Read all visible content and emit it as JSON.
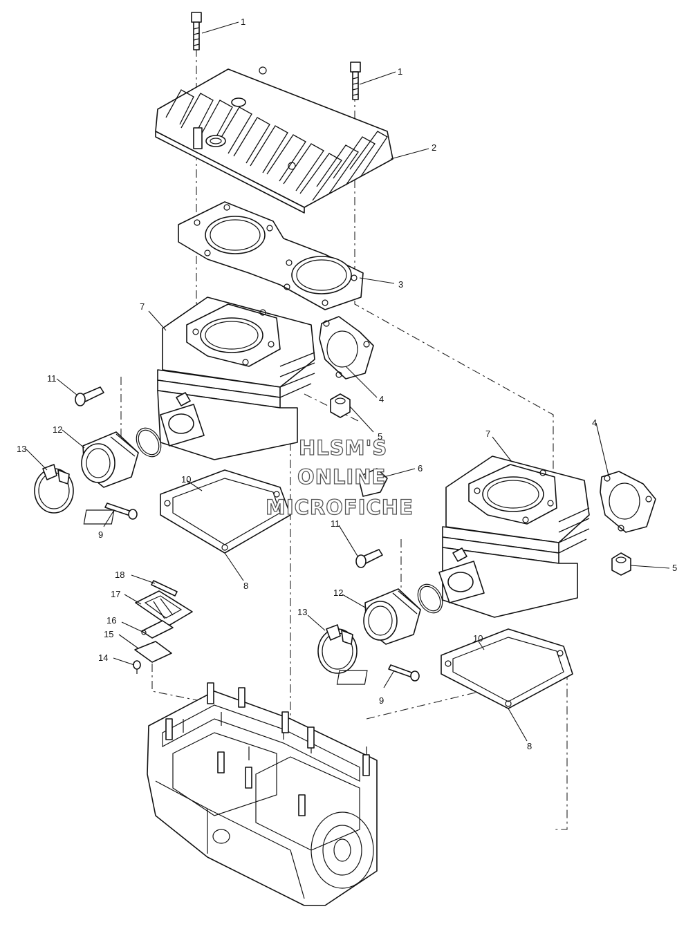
{
  "watermark": {
    "line1": "HLSM'S",
    "line2": "ONLINE",
    "line3": "MICROFICHE"
  },
  "callouts": [
    {
      "id": "c1a",
      "label": "1"
    },
    {
      "id": "c1b",
      "label": "1"
    },
    {
      "id": "c2",
      "label": "2"
    },
    {
      "id": "c3",
      "label": "3"
    },
    {
      "id": "c7a",
      "label": "7"
    },
    {
      "id": "c4a",
      "label": "4"
    },
    {
      "id": "c11a",
      "label": "11"
    },
    {
      "id": "c12a",
      "label": "12"
    },
    {
      "id": "c13a",
      "label": "13"
    },
    {
      "id": "c5a",
      "label": "5"
    },
    {
      "id": "c6",
      "label": "6"
    },
    {
      "id": "c10a",
      "label": "10"
    },
    {
      "id": "c9a",
      "label": "9"
    },
    {
      "id": "c8a",
      "label": "8"
    },
    {
      "id": "c7b",
      "label": "7"
    },
    {
      "id": "c4b",
      "label": "4"
    },
    {
      "id": "c5b",
      "label": "5"
    },
    {
      "id": "c11b",
      "label": "11"
    },
    {
      "id": "c12b",
      "label": "12"
    },
    {
      "id": "c13b",
      "label": "13"
    },
    {
      "id": "c10b",
      "label": "10"
    },
    {
      "id": "c9b",
      "label": "9"
    },
    {
      "id": "c8b",
      "label": "8"
    },
    {
      "id": "c18",
      "label": "18"
    },
    {
      "id": "c17",
      "label": "17"
    },
    {
      "id": "c16",
      "label": "16"
    },
    {
      "id": "c15",
      "label": "15"
    },
    {
      "id": "c14",
      "label": "14"
    }
  ]
}
